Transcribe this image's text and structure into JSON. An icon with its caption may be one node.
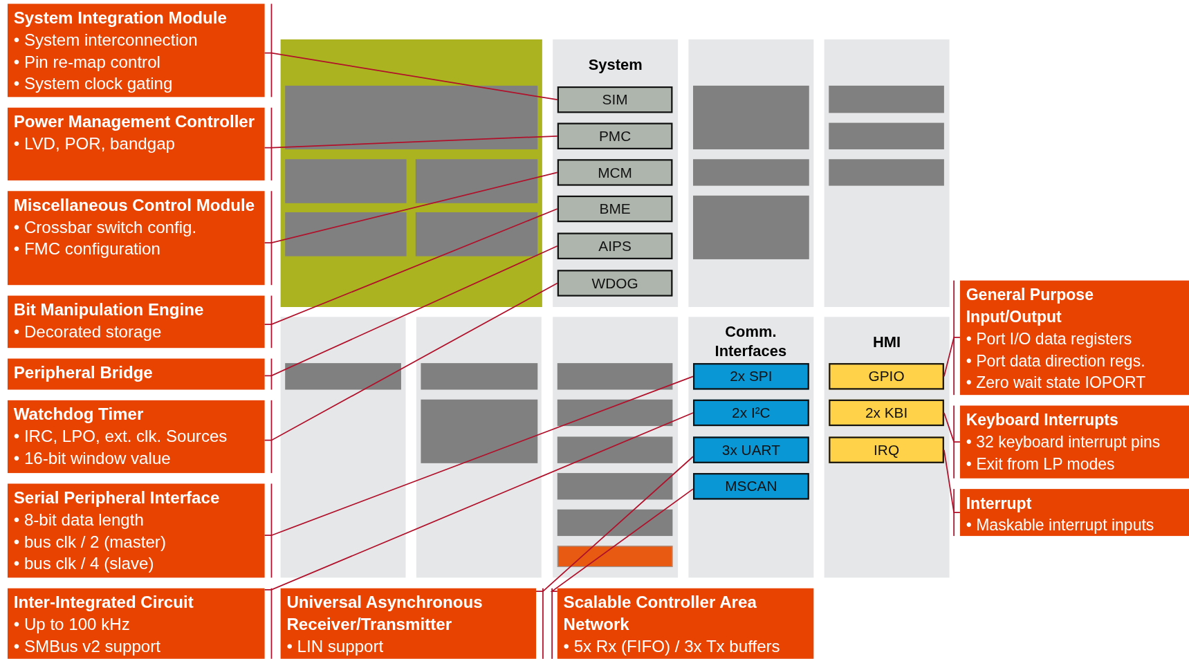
{
  "diagram": {
    "nodes": [
      {
        "text": [
          "System Integration Module",
          "• System interconnection",
          "• Pin re-map control",
          "• System clock gating"
        ]
      },
      {
        "text": [
          "Power Management Controller",
          "• LVD, POR, bandgap"
        ]
      },
      {
        "text": [
          "Miscellaneous Control Module",
          "• Crossbar switch config.",
          "• FMC configuration"
        ]
      },
      {
        "text": [
          "Bit Manipulation Engine",
          "• Decorated storage"
        ]
      },
      {
        "text": [
          "Peripheral Bridge"
        ]
      },
      {
        "text": [
          "Watchdog Timer",
          "• IRC, LPO, ext. clk. Sources",
          "• 16-bit window value"
        ]
      },
      {
        "text": [
          "Serial Peripheral Interface",
          "• 8-bit data length",
          "• bus clk / 2 (master)",
          "• bus clk / 4 (slave)"
        ]
      },
      {
        "text": [
          "Inter-Integrated Circuit",
          "• Up to 100 kHz",
          "• SMBus v2 support"
        ]
      },
      {
        "text": [],
        "shape": "box"
      },
      {
        "text": [],
        "shape": "box",
        "in": 8
      },
      {
        "text": [],
        "shape": "box",
        "in": 8
      },
      {
        "text": [],
        "shape": "box",
        "in": 8
      },
      {
        "text": [],
        "shape": "box",
        "in": 8
      },
      {
        "text": [],
        "shape": "box",
        "in": 8
      },
      {
        "text": [
          "System"
        ]
      },
      {
        "text": [
          "SIM"
        ],
        "in": 14
      },
      {
        "text": [
          "PMC"
        ],
        "in": 14
      },
      {
        "text": [
          "MCM"
        ],
        "in": 14
      },
      {
        "text": [
          "BME"
        ],
        "in": 14
      },
      {
        "text": [
          "AIPS"
        ],
        "in": 14
      },
      {
        "text": [
          "WDOG"
        ],
        "in": 14
      },
      {
        "text": [],
        "shape": "box"
      },
      {
        "text": [],
        "shape": "box",
        "in": 21
      },
      {
        "text": [],
        "shape": "box",
        "in": 21
      },
      {
        "text": [],
        "shape": "box",
        "in": 21
      },
      {
        "text": [],
        "shape": "box"
      },
      {
        "text": [],
        "shape": "box",
        "in": 25
      },
      {
        "text": [],
        "shape": "box",
        "in": 25
      },
      {
        "text": [],
        "shape": "box",
        "in": 25
      },
      {
        "text": [],
        "shape": "box"
      },
      {
        "text": [],
        "shape": "box",
        "in": 29
      },
      {
        "text": [],
        "shape": "box"
      },
      {
        "text": [],
        "shape": "box",
        "in": 31
      },
      {
        "text": [],
        "shape": "box",
        "in": 31
      },
      {
        "text": [],
        "shape": "box"
      },
      {
        "text": [],
        "shape": "box",
        "in": 34
      },
      {
        "text": [],
        "shape": "box",
        "in": 34
      },
      {
        "text": [],
        "shape": "box",
        "in": 34
      },
      {
        "text": [],
        "shape": "box",
        "in": 34
      },
      {
        "text": [],
        "shape": "box",
        "in": 34
      },
      {
        "text": [],
        "shape": "bar",
        "in": 34
      },
      {
        "text": [
          "Comm. Interfaces"
        ]
      },
      {
        "text": [
          "2x SPI"
        ],
        "in": 41
      },
      {
        "text": [
          "2x I²C"
        ],
        "in": 41
      },
      {
        "text": [
          "3x UART"
        ],
        "in": 41
      },
      {
        "text": [
          "MSCAN"
        ],
        "in": 41
      },
      {
        "text": [
          "HMI"
        ]
      },
      {
        "text": [
          "GPIO"
        ],
        "in": 46
      },
      {
        "text": [
          "2x KBI"
        ],
        "in": 46
      },
      {
        "text": [
          "IRQ"
        ],
        "in": 46
      },
      {
        "text": [
          "Universal Asynchronous Receiver/Transmitter",
          "• LIN support"
        ]
      },
      {
        "text": [
          "Scalable Controller Area Network",
          "• 5x Rx (FIFO) / 3x Tx buffers"
        ]
      },
      {
        "text": [
          "General Purpose Input/Output",
          "• Port I/O data registers",
          "• Port data direction regs.",
          "• Zero wait state IOPORT"
        ]
      },
      {
        "text": [
          "Keyboard Interrupts",
          "• 32 keyboard interrupt pins",
          "• Exit from LP modes"
        ]
      },
      {
        "text": [
          "Interrupt",
          "• Maskable interrupt inputs"
        ]
      }
    ],
    "edges": [
      {
        "from": 0,
        "to": 15,
        "arrow": "none"
      },
      {
        "from": 1,
        "to": 16,
        "arrow": "none"
      },
      {
        "from": 2,
        "to": 17,
        "arrow": "none"
      },
      {
        "from": 3,
        "to": 18,
        "arrow": "none"
      },
      {
        "from": 4,
        "to": 19,
        "arrow": "none"
      },
      {
        "from": 5,
        "to": 20,
        "arrow": "none"
      },
      {
        "from": 6,
        "to": 42,
        "arrow": "none"
      },
      {
        "from": 7,
        "to": 43,
        "arrow": "none"
      },
      {
        "from": 50,
        "to": 44,
        "arrow": "none"
      },
      {
        "from": 51,
        "to": 45,
        "arrow": "none"
      },
      {
        "from": 52,
        "to": 47,
        "arrow": "none"
      },
      {
        "from": 53,
        "to": 48,
        "arrow": "none"
      },
      {
        "from": 54,
        "to": 49,
        "arrow": "none"
      }
    ]
  }
}
